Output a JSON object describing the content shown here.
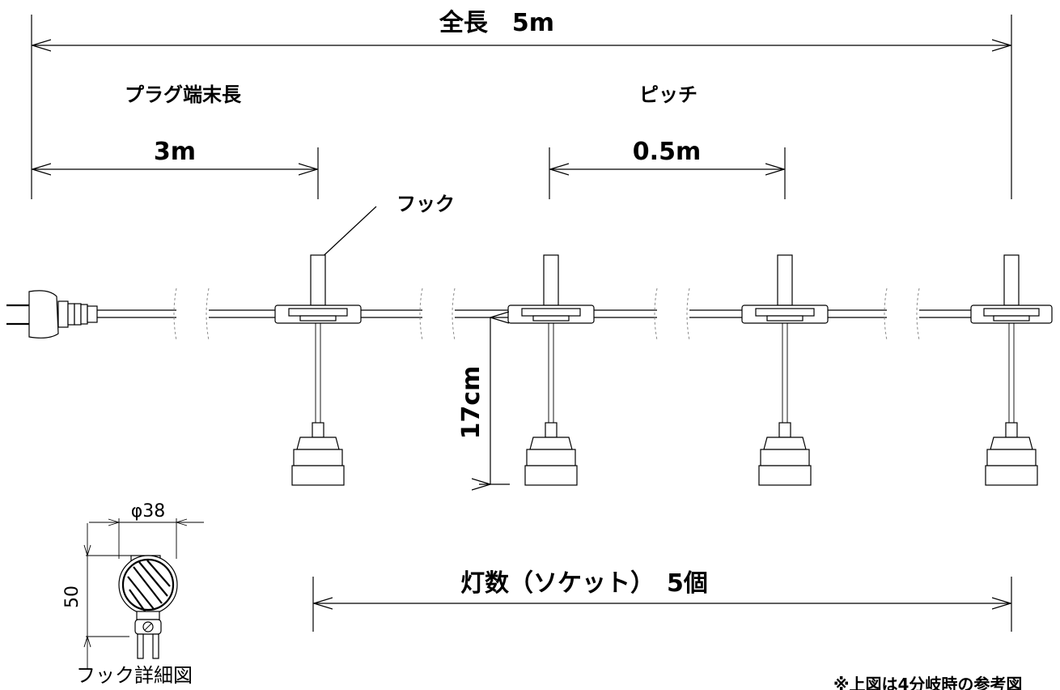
{
  "labels": {
    "total_length": "全長　5m",
    "plug_end_length_title": "プラグ端末長",
    "plug_end_length_value": "3m",
    "pitch_title": "ピッチ",
    "pitch_value": "0.5m",
    "hook": "フック",
    "drop_length": "17cm",
    "socket_count": "灯数（ソケット）　5個",
    "hook_diameter": "φ38",
    "hook_height": "50",
    "hook_detail_caption": "フック詳細図",
    "footnote": "※上図は4分岐時の参考図"
  }
}
